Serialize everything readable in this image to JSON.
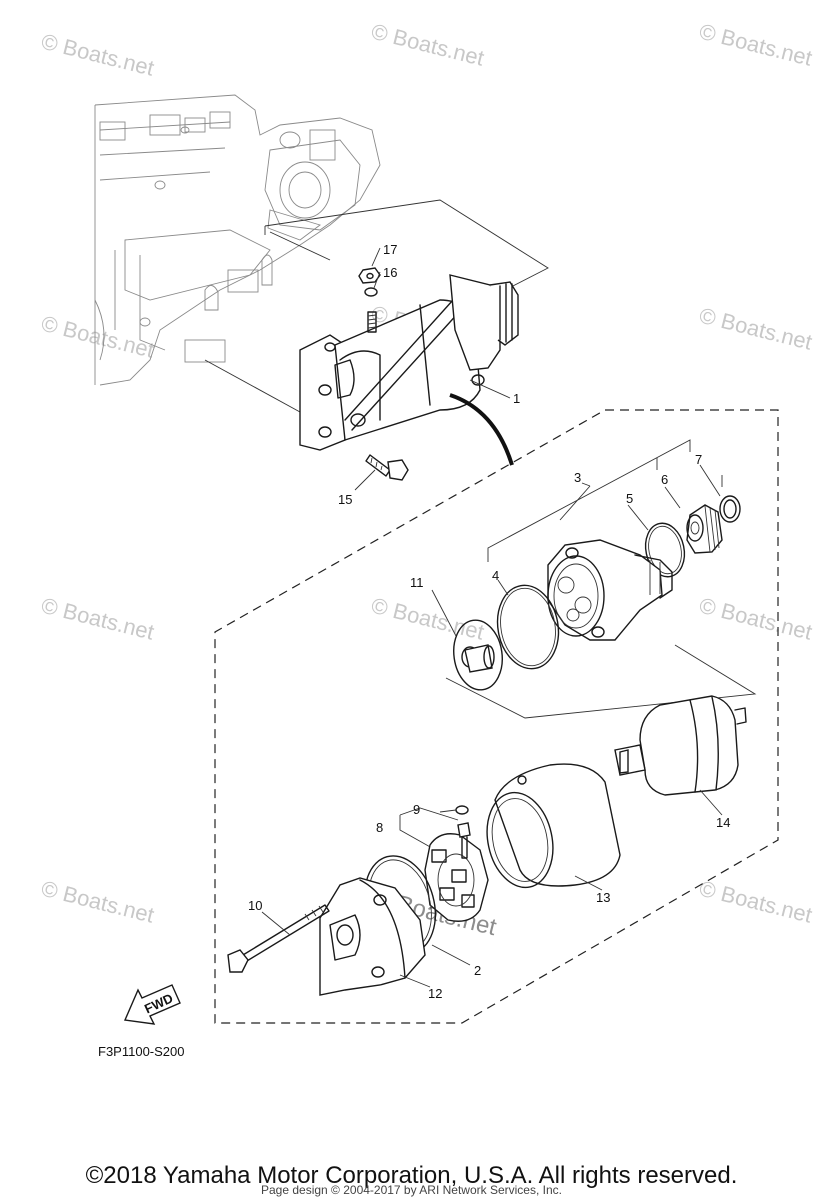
{
  "watermark": "© Boats.net",
  "part_labels": [
    "1",
    "2",
    "3",
    "4",
    "5",
    "6",
    "7",
    "8",
    "9",
    "10",
    "11",
    "12",
    "13",
    "14",
    "15",
    "16",
    "17"
  ],
  "fwd_label": "FWD",
  "diagram_code": "F3P1100-S200",
  "copyright": "©2018 Yamaha Motor Corporation, U.S.A. All rights reserved.",
  "page_design": "Page design © 2004-2017 by ARI Network Services, Inc."
}
